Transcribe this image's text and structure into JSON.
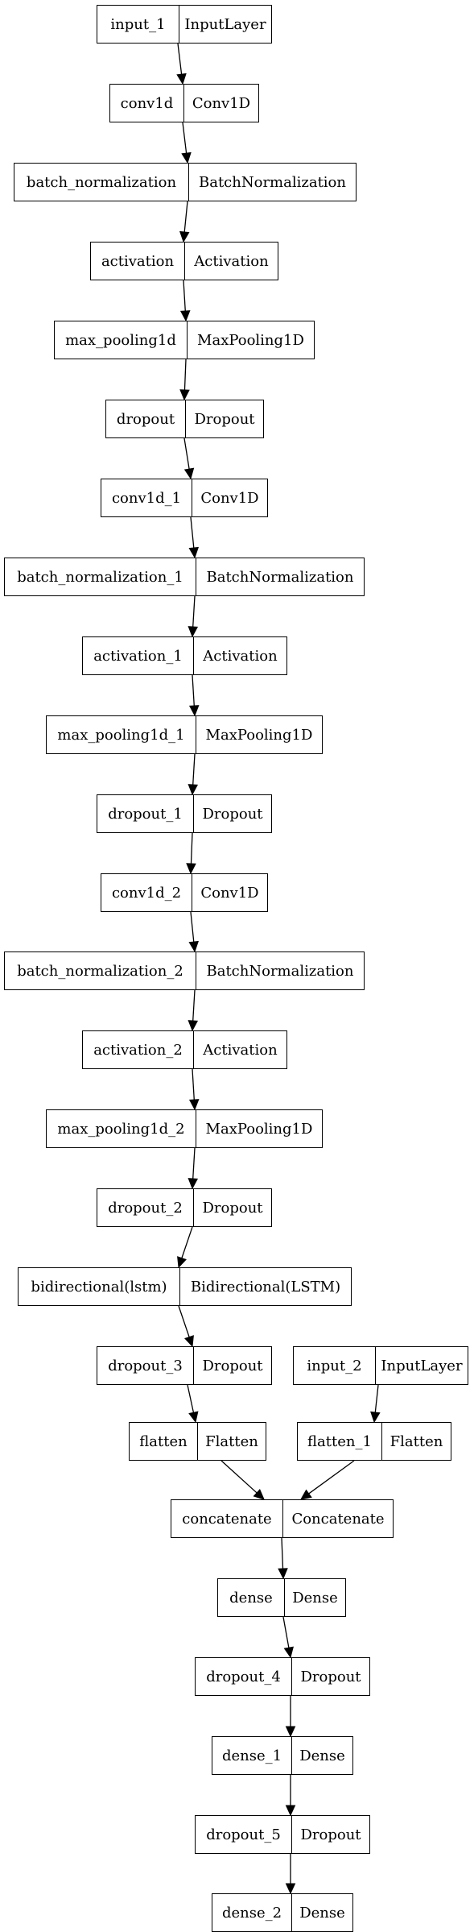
{
  "diagram": {
    "nodes": [
      {
        "id": "input_1",
        "name": "input_1",
        "type": "InputLayer"
      },
      {
        "id": "conv1d",
        "name": "conv1d",
        "type": "Conv1D"
      },
      {
        "id": "batch_normalization",
        "name": "batch_normalization",
        "type": "BatchNormalization"
      },
      {
        "id": "activation",
        "name": "activation",
        "type": "Activation"
      },
      {
        "id": "max_pooling1d",
        "name": "max_pooling1d",
        "type": "MaxPooling1D"
      },
      {
        "id": "dropout",
        "name": "dropout",
        "type": "Dropout"
      },
      {
        "id": "conv1d_1",
        "name": "conv1d_1",
        "type": "Conv1D"
      },
      {
        "id": "batch_normalization_1",
        "name": "batch_normalization_1",
        "type": "BatchNormalization"
      },
      {
        "id": "activation_1",
        "name": "activation_1",
        "type": "Activation"
      },
      {
        "id": "max_pooling1d_1",
        "name": "max_pooling1d_1",
        "type": "MaxPooling1D"
      },
      {
        "id": "dropout_1",
        "name": "dropout_1",
        "type": "Dropout"
      },
      {
        "id": "conv1d_2",
        "name": "conv1d_2",
        "type": "Conv1D"
      },
      {
        "id": "batch_normalization_2",
        "name": "batch_normalization_2",
        "type": "BatchNormalization"
      },
      {
        "id": "activation_2",
        "name": "activation_2",
        "type": "Activation"
      },
      {
        "id": "max_pooling1d_2",
        "name": "max_pooling1d_2",
        "type": "MaxPooling1D"
      },
      {
        "id": "dropout_2",
        "name": "dropout_2",
        "type": "Dropout"
      },
      {
        "id": "bidirectional_lstm",
        "name": "bidirectional(lstm)",
        "type": "Bidirectional(LSTM)"
      },
      {
        "id": "dropout_3",
        "name": "dropout_3",
        "type": "Dropout"
      },
      {
        "id": "input_2",
        "name": "input_2",
        "type": "InputLayer"
      },
      {
        "id": "flatten",
        "name": "flatten",
        "type": "Flatten"
      },
      {
        "id": "flatten_1",
        "name": "flatten_1",
        "type": "Flatten"
      },
      {
        "id": "concatenate",
        "name": "concatenate",
        "type": "Concatenate"
      },
      {
        "id": "dense",
        "name": "dense",
        "type": "Dense"
      },
      {
        "id": "dropout_4",
        "name": "dropout_4",
        "type": "Dropout"
      },
      {
        "id": "dense_1",
        "name": "dense_1",
        "type": "Dense"
      },
      {
        "id": "dropout_5",
        "name": "dropout_5",
        "type": "Dropout"
      },
      {
        "id": "dense_2",
        "name": "dense_2",
        "type": "Dense"
      }
    ],
    "edges": [
      [
        "input_1",
        "conv1d"
      ],
      [
        "conv1d",
        "batch_normalization"
      ],
      [
        "batch_normalization",
        "activation"
      ],
      [
        "activation",
        "max_pooling1d"
      ],
      [
        "max_pooling1d",
        "dropout"
      ],
      [
        "dropout",
        "conv1d_1"
      ],
      [
        "conv1d_1",
        "batch_normalization_1"
      ],
      [
        "batch_normalization_1",
        "activation_1"
      ],
      [
        "activation_1",
        "max_pooling1d_1"
      ],
      [
        "max_pooling1d_1",
        "dropout_1"
      ],
      [
        "dropout_1",
        "conv1d_2"
      ],
      [
        "conv1d_2",
        "batch_normalization_2"
      ],
      [
        "batch_normalization_2",
        "activation_2"
      ],
      [
        "activation_2",
        "max_pooling1d_2"
      ],
      [
        "max_pooling1d_2",
        "dropout_2"
      ],
      [
        "dropout_2",
        "bidirectional_lstm"
      ],
      [
        "bidirectional_lstm",
        "dropout_3"
      ],
      [
        "dropout_3",
        "flatten"
      ],
      [
        "input_2",
        "flatten_1"
      ],
      [
        "flatten",
        "concatenate"
      ],
      [
        "flatten_1",
        "concatenate"
      ],
      [
        "concatenate",
        "dense"
      ],
      [
        "dense",
        "dropout_4"
      ],
      [
        "dropout_4",
        "dense_1"
      ],
      [
        "dense_1",
        "dropout_5"
      ],
      [
        "dropout_5",
        "dense_2"
      ]
    ]
  }
}
